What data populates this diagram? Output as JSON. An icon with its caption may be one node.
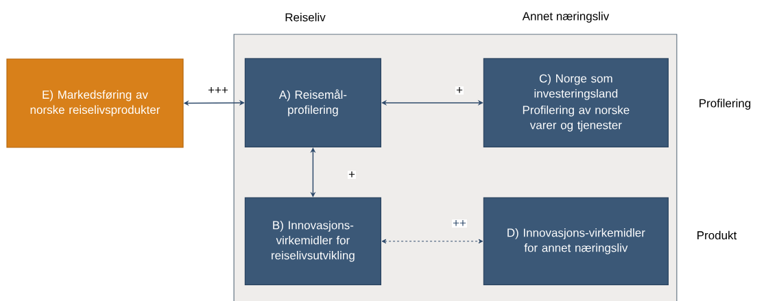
{
  "diagram": {
    "nodes": [
      {
        "text": [],
        "shape": "box"
      },
      {
        "text": [
          "E) Markedsføring av norske reiselivsprodukter"
        ]
      },
      {
        "text": [
          "A) Reisemål-profilering"
        ],
        "in": 0
      },
      {
        "text": [
          "C) Norge som investeringsland",
          "Profilering av norske varer og tjenester"
        ],
        "in": 0
      },
      {
        "text": [
          "B) Innovasjons-virkemidler for reiselivsutvikling"
        ],
        "in": 0
      },
      {
        "text": [
          "D) Innovasjons-virkemidler for annet næringsliv"
        ],
        "in": 0
      }
    ],
    "edges": [
      {
        "from": 1,
        "to": 2,
        "arrow": "both",
        "label": "+++"
      },
      {
        "from": 2,
        "to": 3,
        "arrow": "both",
        "label": "+"
      },
      {
        "from": 2,
        "to": 4,
        "arrow": "both",
        "label": "+"
      },
      {
        "from": 4,
        "to": 5,
        "arrow": "both",
        "label": "++",
        "style": "dashed"
      }
    ],
    "labels": [
      "Reiseliv",
      "Annet næringsliv",
      "Profilering",
      "Produkt"
    ]
  }
}
